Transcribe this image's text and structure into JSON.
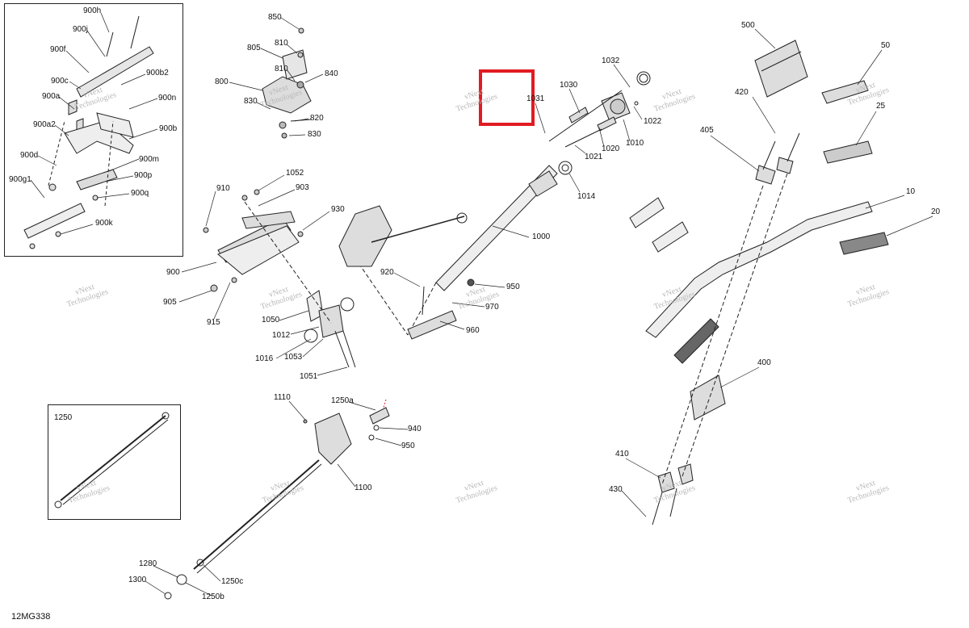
{
  "figure_code": "12MG338",
  "highlight_color": "#e11b22",
  "watermark": {
    "line1": "vNext",
    "line2": "Technologies"
  },
  "callouts": {
    "c900h": "900h",
    "c900j": "900j",
    "c900f": "900f",
    "c900c": "900c",
    "c900b2": "900b2",
    "c900a": "900a",
    "c900n": "900n",
    "c900a2": "900a2",
    "c900b": "900b",
    "c900d": "900d",
    "c900m": "900m",
    "c900p": "900p",
    "c900g1": "900g1",
    "c900q": "900q",
    "c900k": "900k",
    "c850": "850",
    "c810a": "810",
    "c805": "805",
    "c810b": "810",
    "c840": "840",
    "c800": "800",
    "c830a": "830",
    "c820": "820",
    "c830b": "830",
    "c1032": "1032",
    "c1030": "1030",
    "c1031": "1031",
    "c1022": "1022",
    "c1020": "1020",
    "c1010": "1010",
    "c1021": "1021",
    "c1014": "1014",
    "c1000": "1000",
    "c500": "500",
    "c50": "50",
    "c420": "420",
    "c25": "25",
    "c405": "405",
    "c10": "10",
    "c20": "20",
    "c400": "400",
    "c410": "410",
    "c430": "430",
    "c910": "910",
    "c1052": "1052",
    "c903": "903",
    "c930": "930",
    "c900": "900",
    "c905": "905",
    "c915": "915",
    "c1050": "1050",
    "c1012": "1012",
    "c1016": "1016",
    "c1053": "1053",
    "c1051": "1051",
    "c920": "920",
    "c950t": "950",
    "c970": "970",
    "c960": "960",
    "c1250": "1250",
    "c1110": "1110",
    "c1250a": "1250a",
    "c940": "940",
    "c950b": "950",
    "c1100": "1100",
    "c1280": "1280",
    "c1300": "1300",
    "c1250c": "1250c",
    "c1250b": "1250b"
  }
}
